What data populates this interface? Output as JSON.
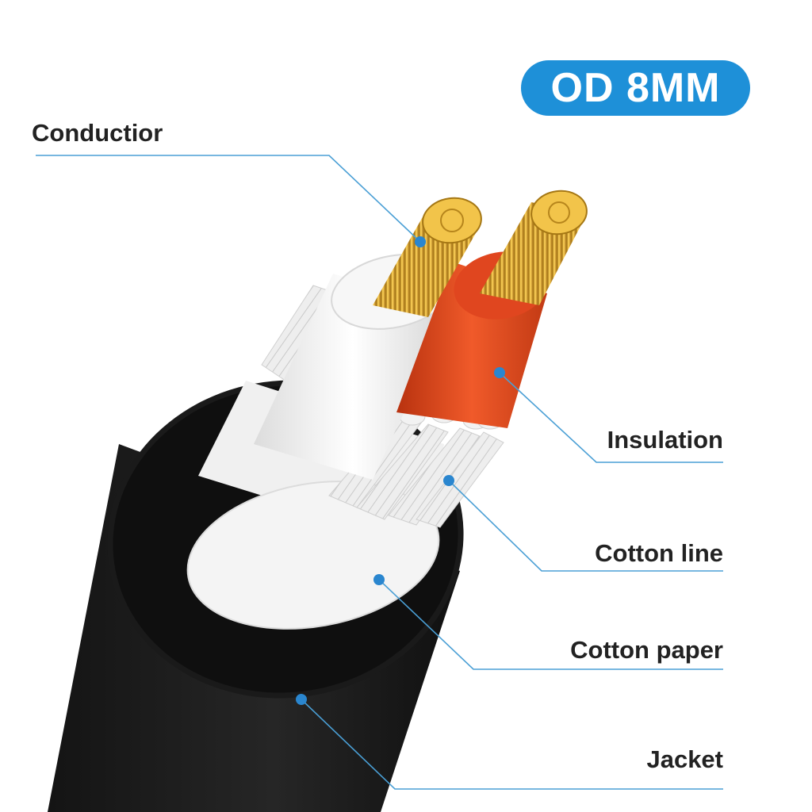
{
  "badge": {
    "text": "OD 8MM"
  },
  "labels": {
    "conductor": "Conductior",
    "insulation": "Insulation",
    "cotton_line": "Cotton line",
    "cotton_paper": "Cotton paper",
    "jacket": "Jacket"
  },
  "colors": {
    "badge": "#1e90d8",
    "leader_line": "#4a9fd5",
    "jacket": "#1c1c1c",
    "cotton_paper": "#f4f4f4",
    "insulation_white": "#f2f2f2",
    "insulation_red": "#e0461f",
    "conductor": "#d9a51c",
    "label_text": "#222222"
  }
}
